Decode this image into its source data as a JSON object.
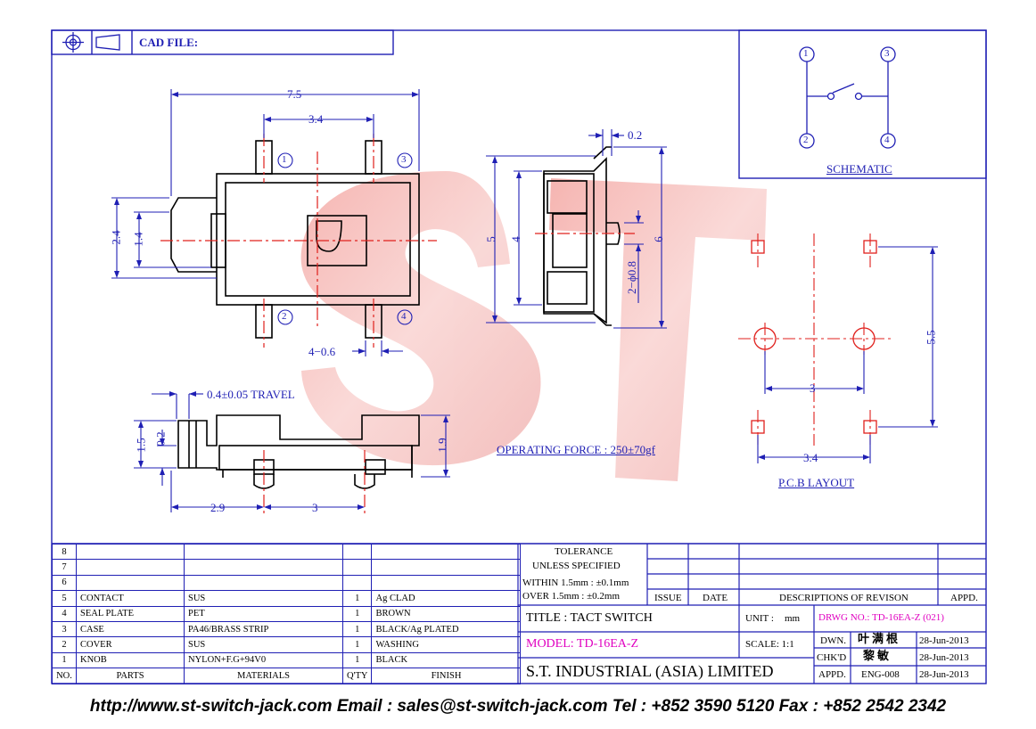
{
  "header": {
    "cad_label": "CAD FILE:"
  },
  "schematic": {
    "title": "SCHEMATIC",
    "pins": [
      "1",
      "3",
      "2",
      "4"
    ]
  },
  "top_view": {
    "dims": {
      "width": "7.5",
      "pitch": "3.4",
      "height": "2.4",
      "inner": "1.4",
      "pad": "4−0.6"
    },
    "pins": [
      "1",
      "3",
      "2",
      "4"
    ]
  },
  "side_view": {
    "dims": {
      "thick": "0.2",
      "h5": "5",
      "h4": "4",
      "h6": "6",
      "post": "2−ϕ0.8"
    }
  },
  "front_view": {
    "travel": "0.4±0.05 TRAVEL",
    "dims": {
      "a": "1.5",
      "b": "0.2",
      "c": "1.9",
      "d": "2.9",
      "e": "3"
    }
  },
  "operating_force": "OPERATING FORCE : 250±70gf",
  "pcb": {
    "title": "P.C.B LAYOUT",
    "d_v": "5.5",
    "d_h1": "3",
    "d_h2": "3.4"
  },
  "tolerance": {
    "title": "TOLERANCE",
    "sub": "UNLESS   SPECIFIED",
    "within": "WITHIN  1.5mm : ±0.1mm",
    "over": "OVER    1.5mm : ±0.2mm"
  },
  "revision": {
    "issue": "ISSUE",
    "date": "DATE",
    "desc": "DESCRIPTIONS OF REVISON",
    "appd": "APPD."
  },
  "bom": {
    "rows": [
      {
        "no": "8",
        "part": "",
        "material": "",
        "qty": "",
        "finish": ""
      },
      {
        "no": "7",
        "part": "",
        "material": "",
        "qty": "",
        "finish": ""
      },
      {
        "no": "6",
        "part": "",
        "material": "",
        "qty": "",
        "finish": ""
      },
      {
        "no": "5",
        "part": "CONTACT",
        "material": "SUS",
        "qty": "1",
        "finish": "Ag CLAD"
      },
      {
        "no": "4",
        "part": "SEAL PLATE",
        "material": "PET",
        "qty": "1",
        "finish": "BROWN"
      },
      {
        "no": "3",
        "part": "CASE",
        "material": "PA46/BRASS STRIP",
        "qty": "1",
        "finish": "BLACK/Ag PLATED"
      },
      {
        "no": "2",
        "part": "COVER",
        "material": "SUS",
        "qty": "1",
        "finish": "WASHING"
      },
      {
        "no": "1",
        "part": "KNOB",
        "material": "NYLON+F.G+94V0",
        "qty": "1",
        "finish": "BLACK"
      }
    ],
    "headers": {
      "no": "NO.",
      "part": "PARTS",
      "material": "MATERIALS",
      "qty": "Q'TY",
      "finish": "FINISH"
    }
  },
  "title_block": {
    "title": "TITLE : TACT SWITCH",
    "unit_label": "UNIT :",
    "unit": "mm",
    "drwg": "DRWG NO.: TD-16EA-Z (021)",
    "model": "MODEL: TD-16EA-Z",
    "scale": "SCALE:  1:1",
    "dwn_label": "DWN.",
    "dwn_name": "叶满根",
    "dwn_date": "28-Jun-2013",
    "chk_label": "CHK'D",
    "chk_name": "黎敏",
    "chk_date": "28-Jun-2013",
    "company": "S.T.  INDUSTRIAL  (ASIA)  LIMITED",
    "appd_label": "APPD.",
    "appd_name": "ENG-008",
    "appd_date": "28-Jun-2013"
  },
  "footer": "http://www.st-switch-jack.com  Email : sales@st-switch-jack.com  Tel : +852 3590 5120  Fax : +852 2542 2342",
  "colors": {
    "line": "#1f1fb4",
    "red": "#e0201c",
    "mark": "#e000c0"
  }
}
